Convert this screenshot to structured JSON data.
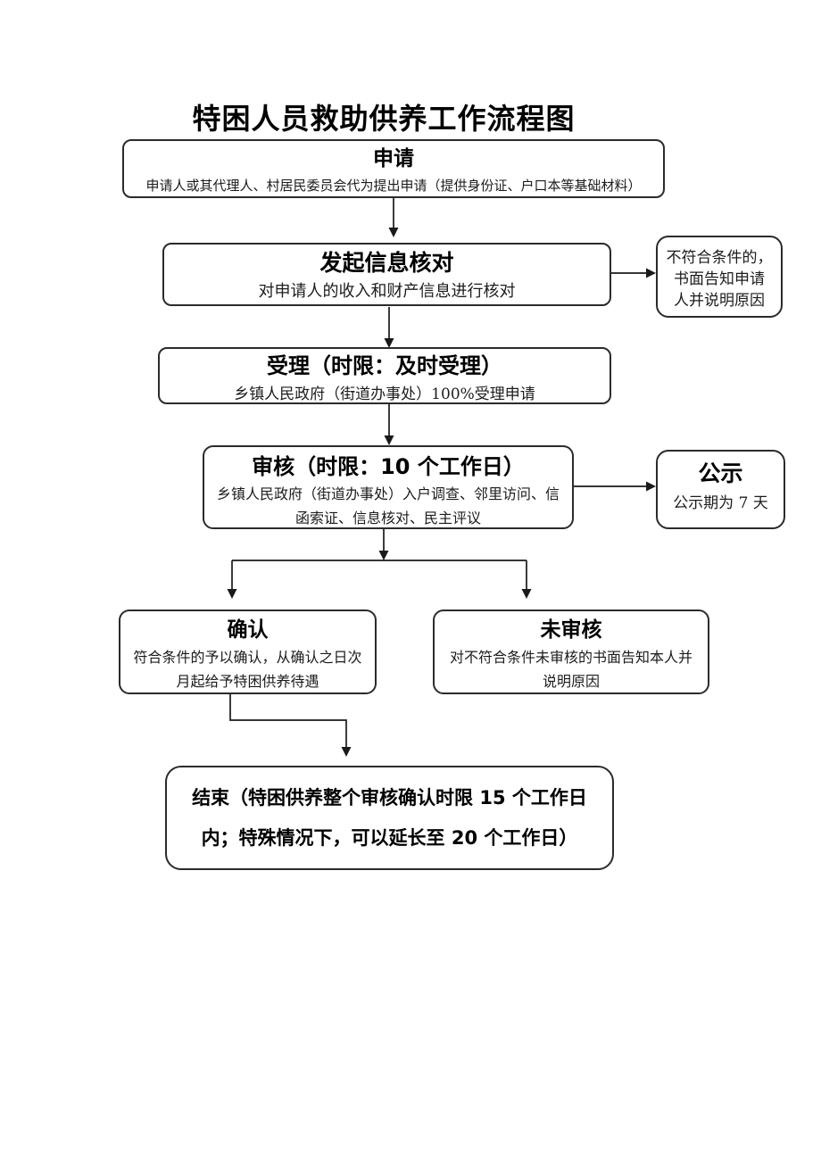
{
  "title": "特困人员救助供养工作流程图",
  "colors": {
    "background": "#ffffff",
    "box_border": "#2b2b2b",
    "heading_text": "#000000",
    "body_text": "#1c1c1c",
    "arrow": "#1a1a1a"
  },
  "nodes": {
    "apply": {
      "title": "申请",
      "body": [
        "申请人或其代理人、村居民委员会代为提出申请（提供身份证、户口本等基础材料）"
      ]
    },
    "info_check": {
      "title": "发起信息核对",
      "body": [
        "对申请人的收入和财产信息进行核对"
      ]
    },
    "reject_notice": {
      "body": [
        "不符合条件的，",
        "书面告知申请",
        "人并说明原因"
      ]
    },
    "accept": {
      "title": "受理（时限：及时受理）",
      "body": [
        "乡镇人民政府（街道办事处）100%受理申请"
      ]
    },
    "review": {
      "title": "审核（时限：10 个工作日）",
      "body": [
        "乡镇人民政府（街道办事处）入户调查、邻里访问、信",
        "函索证、信息核对、民主评议"
      ]
    },
    "publicity": {
      "title": "公示",
      "body": [
        "公示期为 7 天"
      ]
    },
    "confirm": {
      "title": "确认",
      "body": [
        "符合条件的予以确认，从确认之日次",
        "月起给予特困供养待遇"
      ]
    },
    "not_reviewed": {
      "title": "未审核",
      "body": [
        "对不符合条件未审核的书面告知本人并",
        "说明原因"
      ]
    },
    "end": {
      "body": [
        "结束（特困供养整个审核确认时限 15 个工作日",
        "内；特殊情况下，可以延长至 20 个工作日）"
      ]
    }
  }
}
